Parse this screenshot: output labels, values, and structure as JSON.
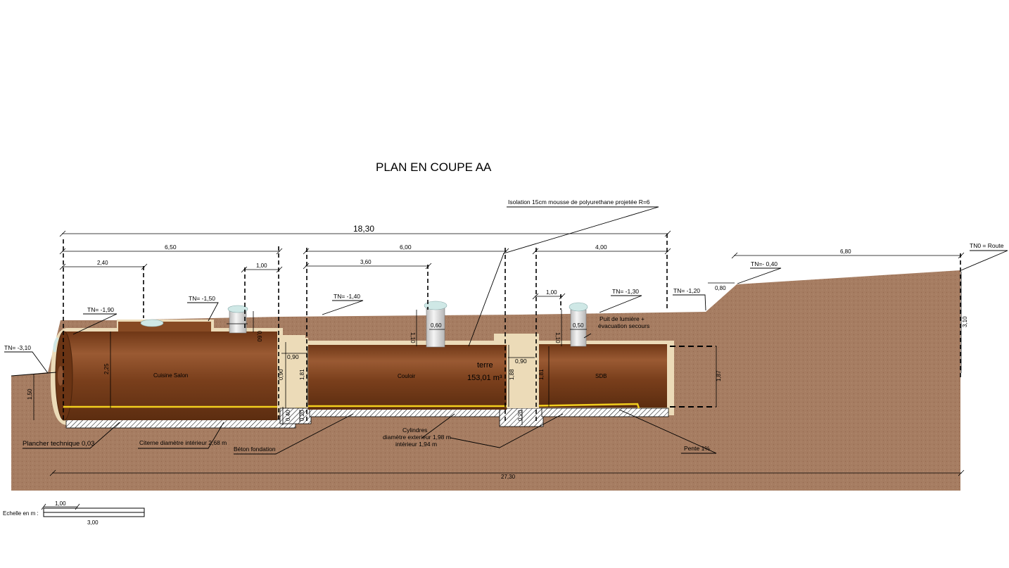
{
  "title": "PLAN EN COUPE AA",
  "rooms": {
    "kitchen": "Cuisine Salon",
    "corridor": "Couloir",
    "bathroom": "SDB"
  },
  "earth": {
    "label": "terre",
    "volume": "153,01 m³"
  },
  "levels": {
    "left_edge": "TN= -3,10",
    "kitchen_top": "TN= -1,90",
    "kitchen_vent": "TN= -1,50",
    "corridor": "TN= -1,40",
    "bath": "TN= -1,30",
    "slope_base": "TN= -1,20",
    "slope_top": "TN=- 0,40",
    "road": "TN0 = Route"
  },
  "dimensions": {
    "total_top": "18,30",
    "kitchen_width": "6,50",
    "kitchen_sub": "2,40",
    "kitchen_vent_offset": "1,00",
    "corridor_width": "6,00",
    "corridor_sub": "3,60",
    "bath_width": "4,00",
    "bath_sub": "1,00",
    "slope_width": "6,80",
    "slope_small": "0,80",
    "right_height": "3,10",
    "left_height": "1,50",
    "kitchen_height": "2,25",
    "kitchen_right_h": "0,90",
    "kitchen_vent_h": "0,60",
    "corridor_link_w": "0,90",
    "corridor_h_left": "1,81",
    "corridor_vent_h": "1,10",
    "corridor_vent_w": "0,60",
    "corridor_h_right": "1,88",
    "bath_link_w": "0,90",
    "bath_h_left": "1,81",
    "bath_vent_h": "1,10",
    "bath_vent_w": "0,50",
    "extension_h": "1,87",
    "foundation_a": "0,40",
    "foundation_b": "0,20",
    "foundation_c": "0,20",
    "bottom_total": "27,30"
  },
  "annotations": {
    "insulation": "Isolation 15cm mousse de polyurethane projetée R=6",
    "light_well_1": "Puit de lumière +",
    "light_well_2": "évacuation secours",
    "floor": "Plancher technique 0,03",
    "tank": "Citerne diamètre intérieur 2,68 m",
    "foundation": "Béton fondation",
    "cyl_1": "Cylindres",
    "cyl_2": "diamètre exterieur 1,98 m",
    "cyl_3": "intérieur 1,94 m",
    "slope": "Pente 1%"
  },
  "scale": {
    "label": "Echelle en m :",
    "small": "1,00",
    "large": "3,00"
  },
  "colors": {
    "soil": "#a67d62",
    "tank": "#7a3f1c",
    "tank_highlight": "#a0623a",
    "insulation": "#ecdbb8",
    "floor_line": "#f2cf1e",
    "vent": "#dedede",
    "vent_cap": "#cfe8e6"
  }
}
